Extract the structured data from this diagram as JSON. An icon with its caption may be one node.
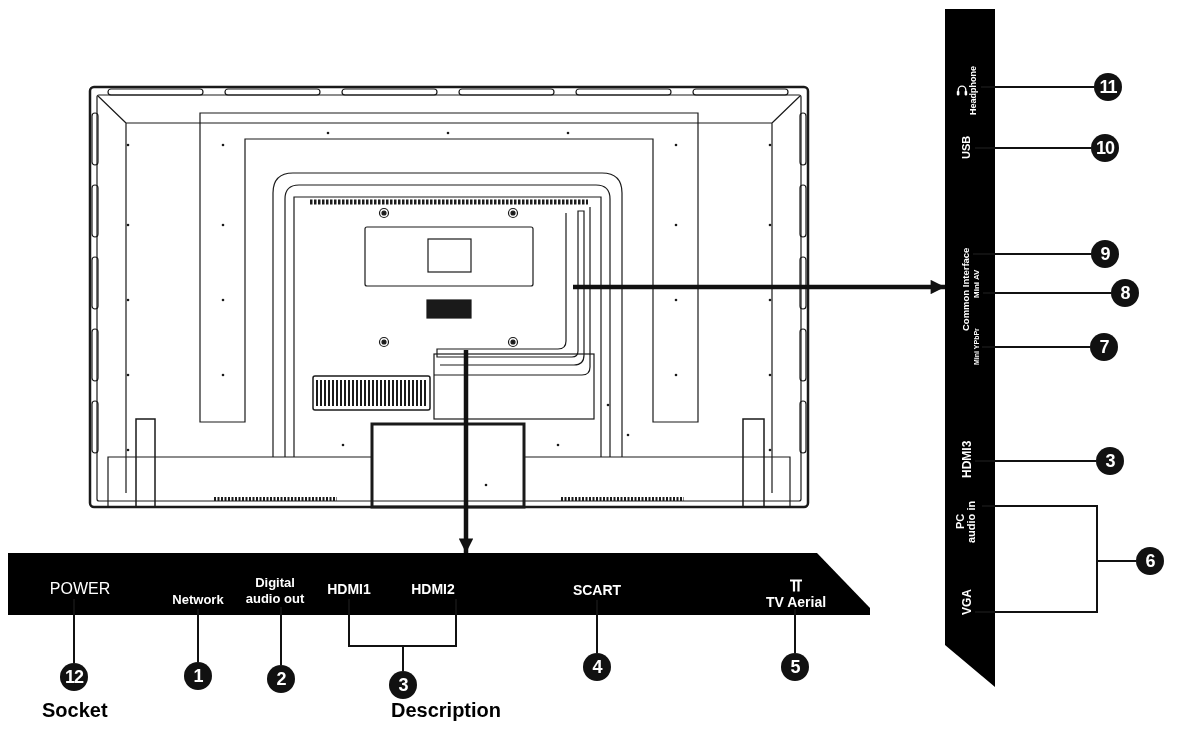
{
  "diagram": {
    "nodes": [
      {
        "text": [],
        "shape": "picture"
      },
      {
        "text": [],
        "shape": "bar"
      },
      {
        "text": [
          "Headphone"
        ],
        "in": 1
      },
      {
        "text": [
          "USB"
        ],
        "in": 1
      },
      {
        "text": [
          "Common Interface"
        ],
        "in": 1
      },
      {
        "text": [
          "Mini AV"
        ],
        "in": 1
      },
      {
        "text": [
          "Mini YPbPr"
        ],
        "in": 1
      },
      {
        "text": [
          "HDMI3"
        ],
        "in": 1
      },
      {
        "text": [
          "PC audio in"
        ],
        "in": 1
      },
      {
        "text": [
          "VGA"
        ],
        "in": 1
      },
      {
        "text": [
          "11"
        ]
      },
      {
        "text": [
          "10"
        ]
      },
      {
        "text": [
          "9"
        ]
      },
      {
        "text": [
          "8"
        ]
      },
      {
        "text": [
          "7"
        ]
      },
      {
        "text": [
          "3"
        ]
      },
      {
        "text": [
          "6"
        ]
      },
      {
        "text": [],
        "shape": "bar"
      },
      {
        "text": [
          "POWER"
        ],
        "in": 17
      },
      {
        "text": [
          "Network"
        ],
        "in": 17
      },
      {
        "text": [
          "Digital audio out"
        ],
        "in": 17
      },
      {
        "text": [
          "HDMI1"
        ],
        "in": 17
      },
      {
        "text": [
          "HDMI2"
        ],
        "in": 17
      },
      {
        "text": [
          "SCART"
        ],
        "in": 17
      },
      {
        "text": [
          "TV Aerial"
        ],
        "in": 17
      },
      {
        "text": [
          "12"
        ]
      },
      {
        "text": [
          "1"
        ]
      },
      {
        "text": [
          "2"
        ]
      },
      {
        "text": [
          "3"
        ]
      },
      {
        "text": [
          "4"
        ]
      },
      {
        "text": [
          "5"
        ]
      }
    ],
    "edges": [
      {
        "from": 0,
        "to": 1,
        "arrow": "to",
        "style": "thick"
      },
      {
        "from": 0,
        "to": 17,
        "arrow": "to",
        "style": "thick"
      },
      {
        "from": 10,
        "to": 2,
        "arrow": "none"
      },
      {
        "from": 11,
        "to": 3,
        "arrow": "none"
      },
      {
        "from": 12,
        "to": 4,
        "arrow": "none"
      },
      {
        "from": 13,
        "to": 5,
        "arrow": "none"
      },
      {
        "from": 14,
        "to": 6,
        "arrow": "none"
      },
      {
        "from": 15,
        "to": 7,
        "arrow": "none"
      },
      {
        "from": 16,
        "to": 8,
        "arrow": "none"
      },
      {
        "from": 16,
        "to": 9,
        "arrow": "none"
      },
      {
        "from": 25,
        "to": 18,
        "arrow": "none"
      },
      {
        "from": 26,
        "to": 19,
        "arrow": "none"
      },
      {
        "from": 27,
        "to": 20,
        "arrow": "none"
      },
      {
        "from": 28,
        "to": 21,
        "arrow": "none"
      },
      {
        "from": 28,
        "to": 22,
        "arrow": "none"
      },
      {
        "from": 29,
        "to": 23,
        "arrow": "none"
      },
      {
        "from": 30,
        "to": 24,
        "arrow": "none"
      }
    ],
    "labels": [
      "Socket",
      "Description"
    ]
  }
}
